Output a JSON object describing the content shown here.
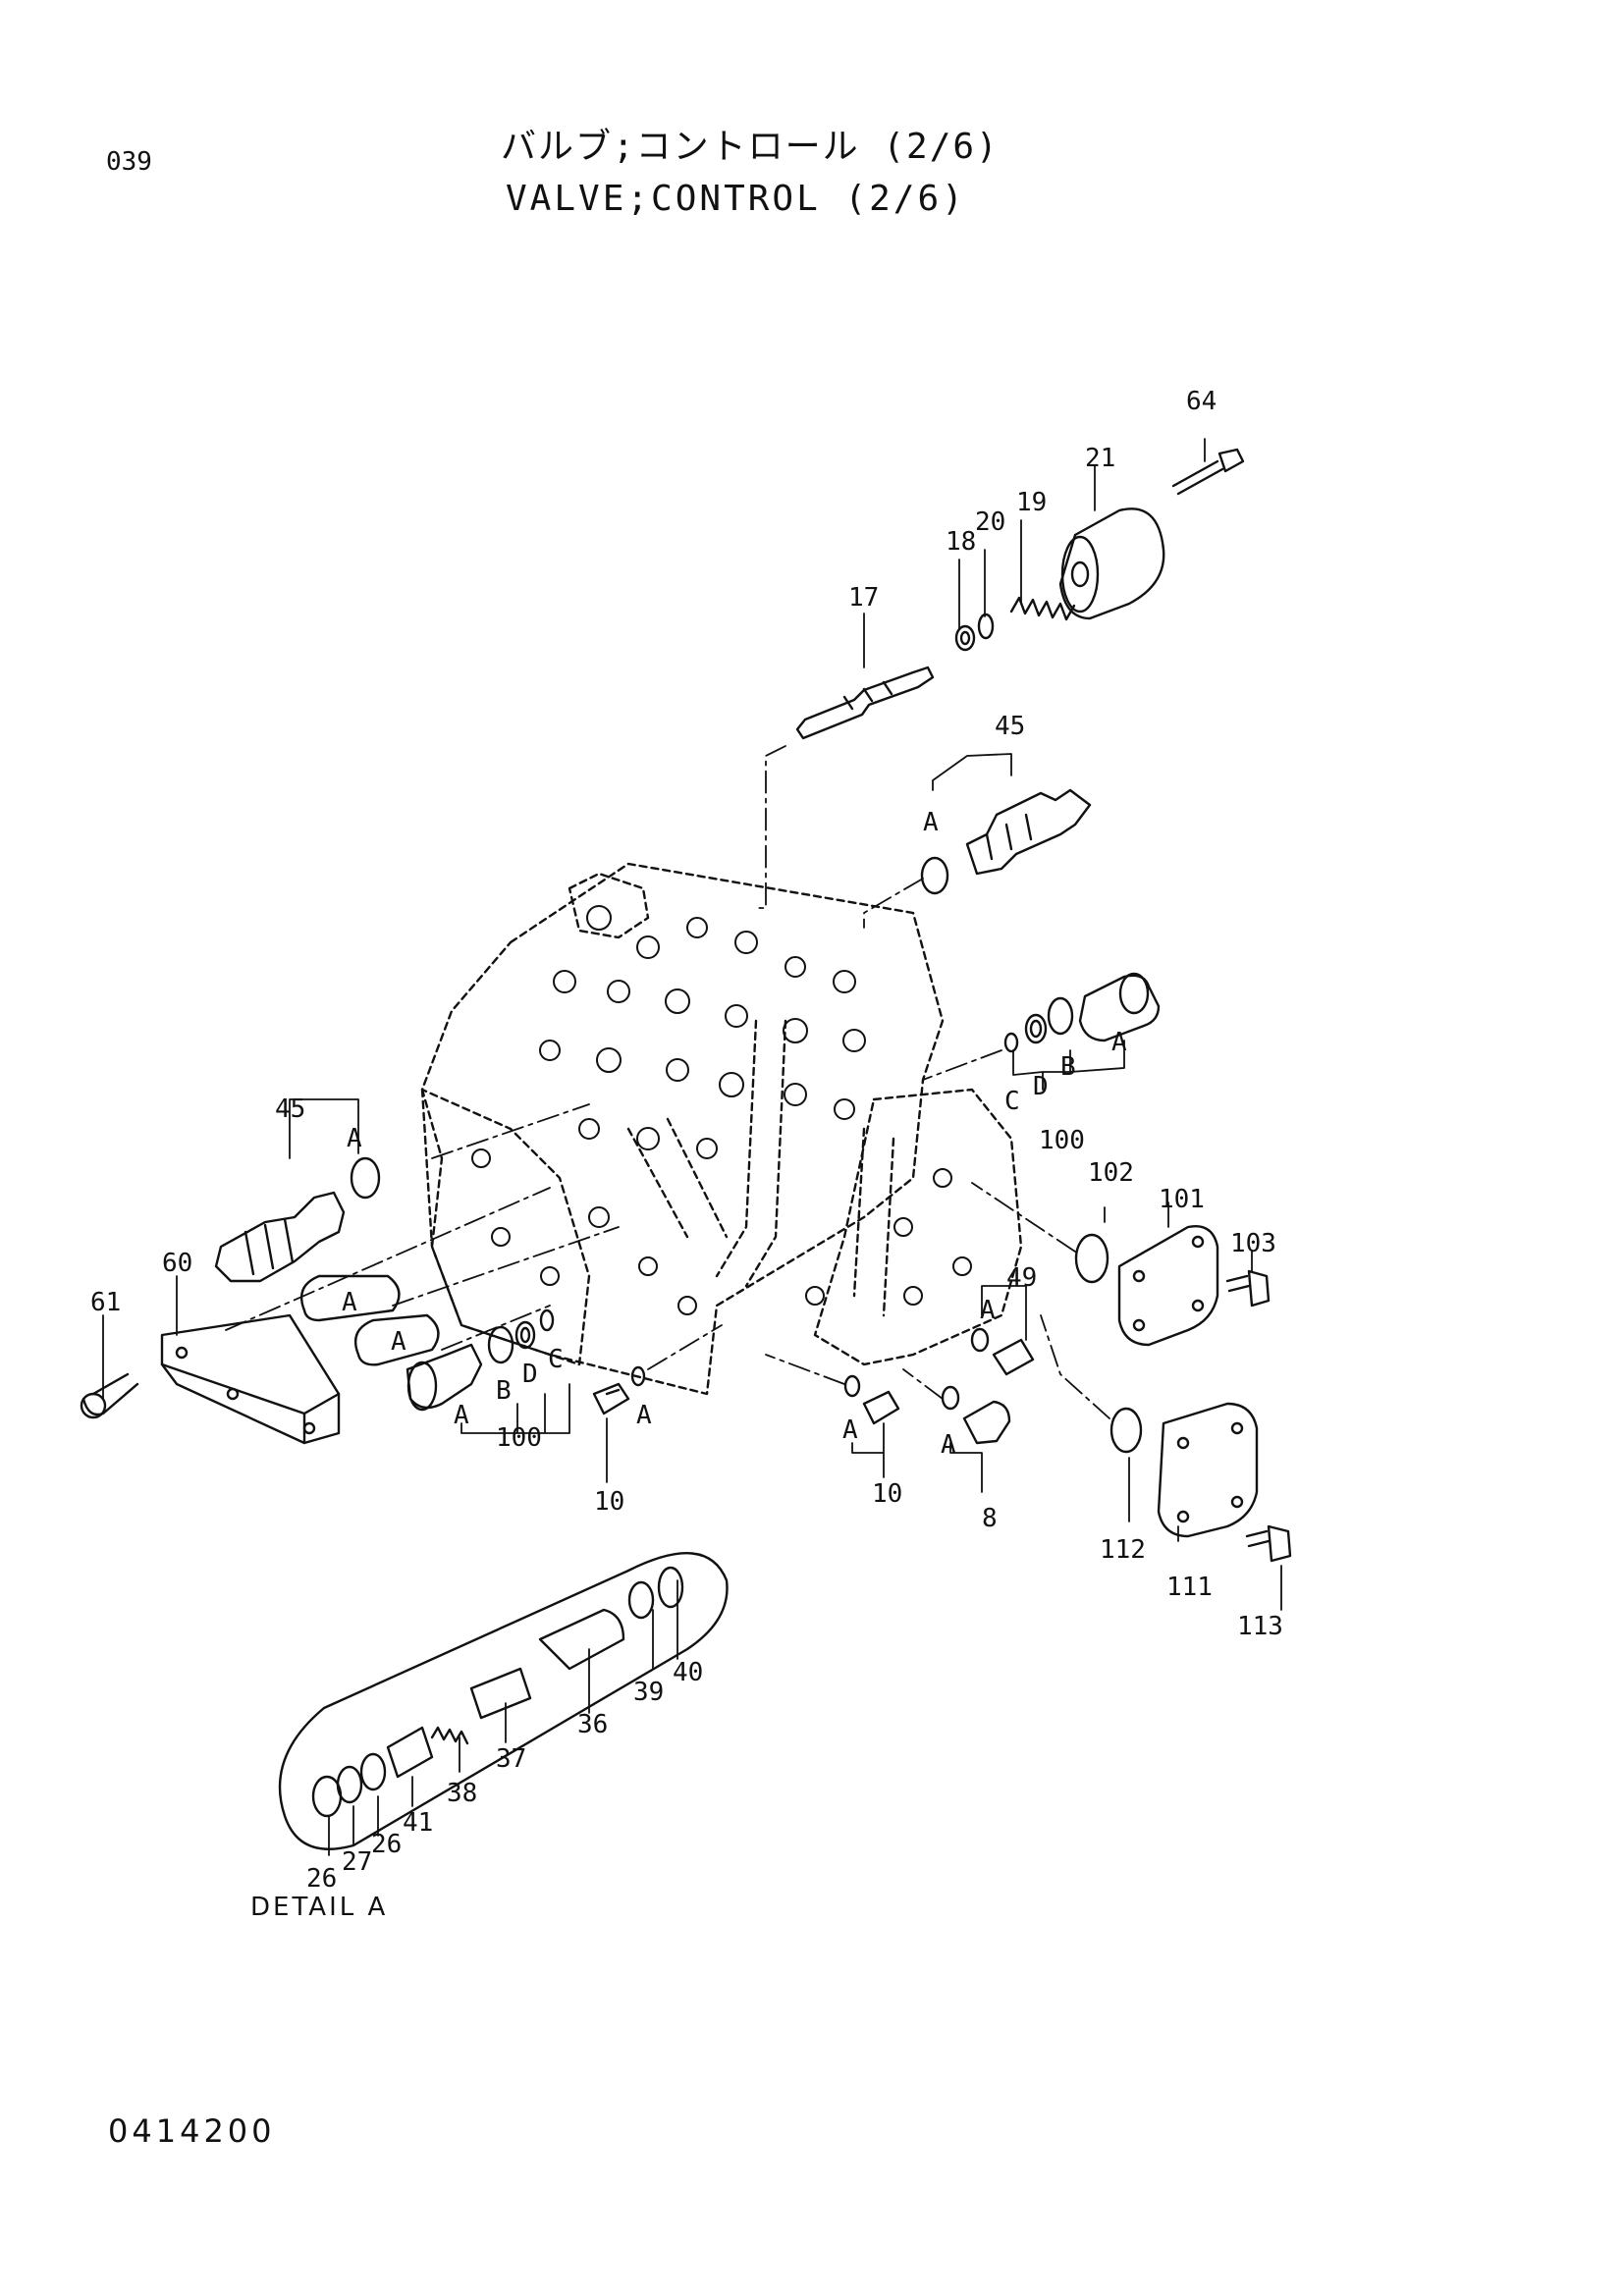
{
  "header": {
    "page_number": "039",
    "title_jp": "バルブ;コントロール (2/6)",
    "title_en": "VALVE;CONTROL (2/6)"
  },
  "detail": {
    "label": "DETAIL A"
  },
  "footer": {
    "code": "0414200"
  },
  "callouts": {
    "p64": "64",
    "p21": "21",
    "p19": "19",
    "p20": "20",
    "p18": "18",
    "p17": "17",
    "p45_top": "45",
    "a_45_top": "A",
    "a_100_r": "A",
    "b_100_r": "B",
    "c_100_r": "C",
    "d_100_r": "D",
    "p100_r": "100",
    "p45_left": "45",
    "a_45_left": "A",
    "p102": "102",
    "p101": "101",
    "p103": "103",
    "p60": "60",
    "p61": "61",
    "oval_a1": "A",
    "oval_a2": "A",
    "a_100_l": "A",
    "b_100_l": "B",
    "c_100_l": "C",
    "d_100_l": "D",
    "p100_l": "100",
    "a_10_l": "A",
    "p10_l": "10",
    "p49": "49",
    "a_49": "A",
    "a_10_m": "A",
    "p10_m": "10",
    "a_8": "A",
    "p8": "8",
    "p112": "112",
    "p111": "111",
    "p113": "113",
    "p40": "40",
    "p39": "39",
    "p36": "36",
    "p37": "37",
    "p38": "38",
    "p41": "41",
    "p26a": "26",
    "p26b": "26",
    "p27": "27"
  }
}
